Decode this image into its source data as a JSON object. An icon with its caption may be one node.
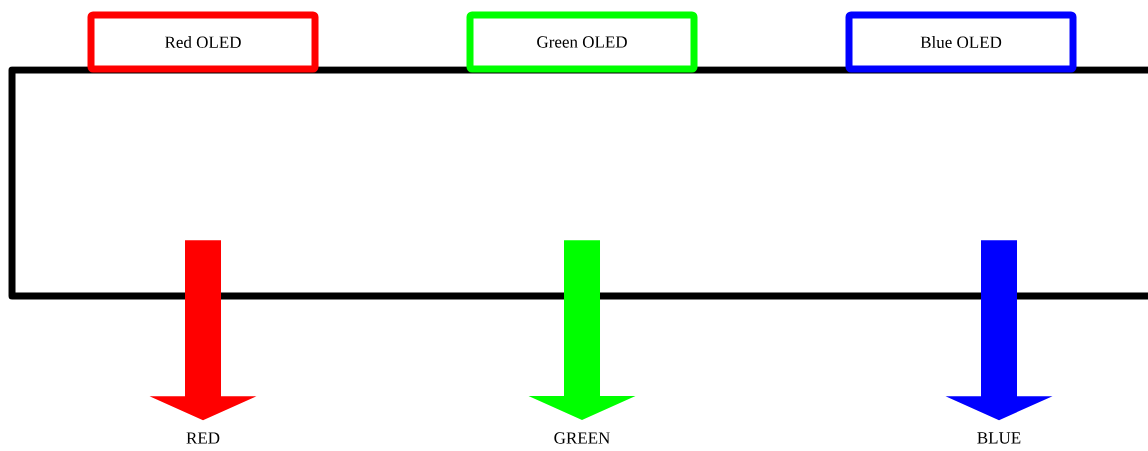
{
  "diagram": {
    "nodes": [
      {
        "text": [
          "Red OLED"
        ]
      },
      {
        "text": [
          "Green OLED"
        ]
      },
      {
        "text": [
          "Blue OLED"
        ]
      },
      {
        "text": [],
        "shape": "box"
      },
      {
        "text": [
          "RED"
        ]
      },
      {
        "text": [
          "GREEN"
        ]
      },
      {
        "text": [
          "BLUE"
        ]
      }
    ],
    "edges": [
      {
        "from": 3,
        "to": 4,
        "arrow": "to",
        "style": "thick",
        "color": "#ff0000"
      },
      {
        "from": 3,
        "to": 5,
        "arrow": "to",
        "style": "thick",
        "color": "#00ff00"
      },
      {
        "from": 3,
        "to": 6,
        "arrow": "to",
        "style": "thick",
        "color": "#0000ff"
      }
    ]
  }
}
